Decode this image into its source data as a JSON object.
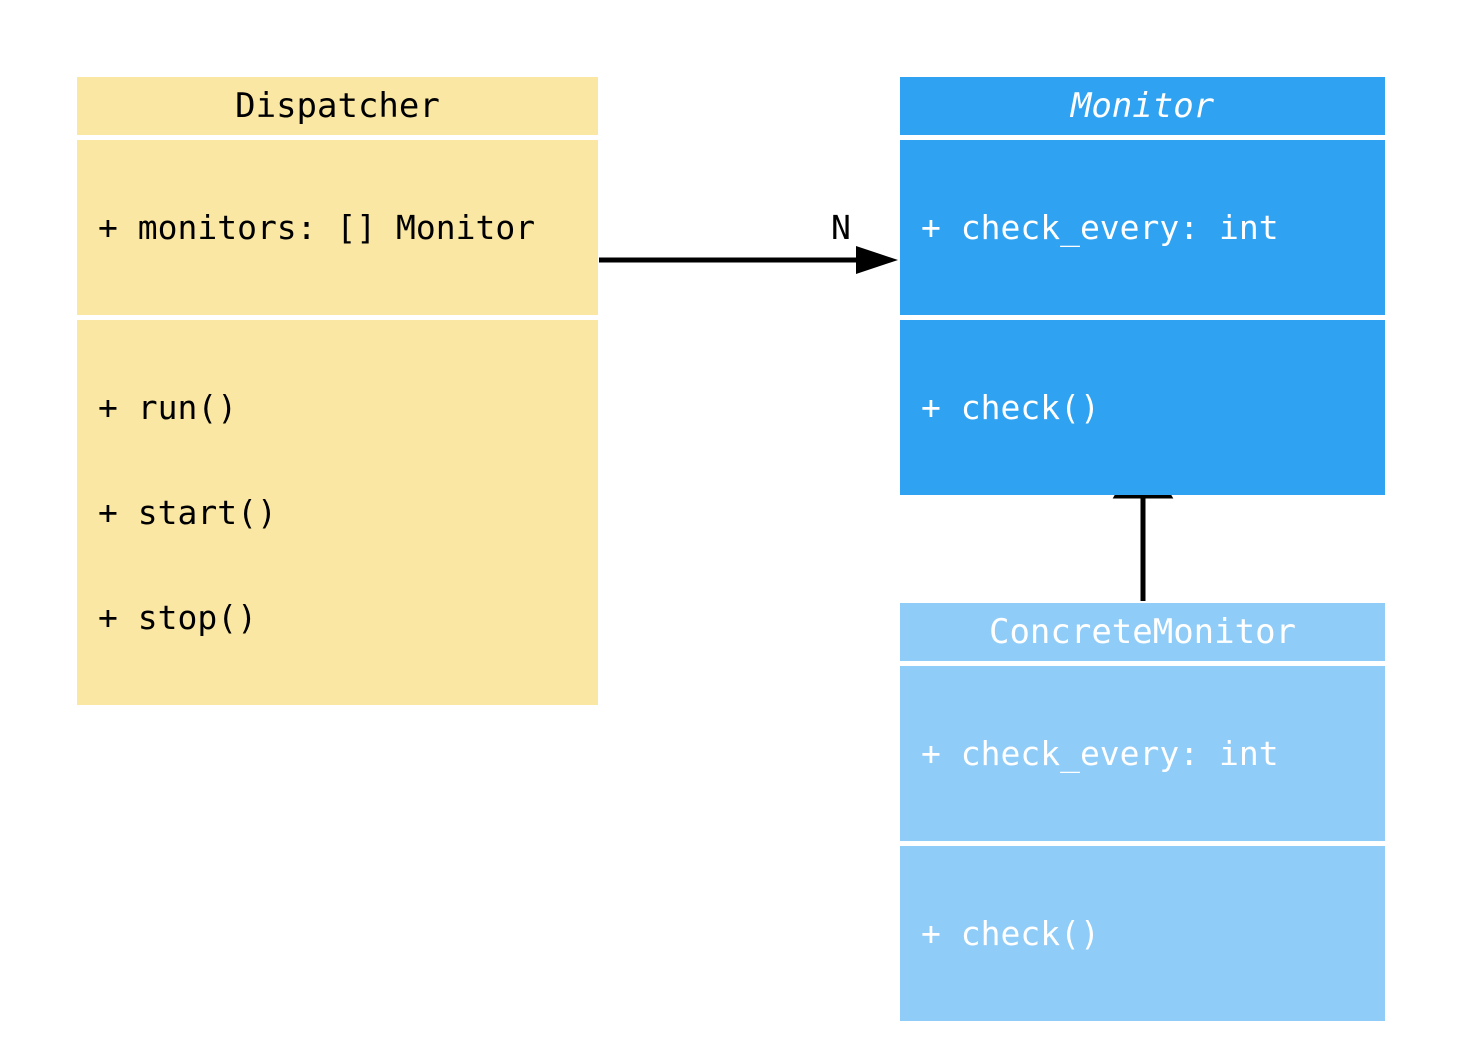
{
  "diagram": {
    "background_color": "#ffffff",
    "edge_color": "#000000",
    "classes": [
      {
        "name": "Dispatcher",
        "abstract": false,
        "fill": "#FAE7A3",
        "text_color": "#000000",
        "attributes": [
          "+ monitors: [] Monitor"
        ],
        "methods": [
          "+ run()",
          "+ start()",
          "+ stop()"
        ]
      },
      {
        "name": "Monitor",
        "abstract": true,
        "fill": "#2FA3F2",
        "text_color": "#ffffff",
        "attributes": [
          "+ check_every: int"
        ],
        "methods": [
          "+ check()"
        ]
      },
      {
        "name": "ConcreteMonitor",
        "abstract": false,
        "fill": "#8FCCF8",
        "text_color": "#ffffff",
        "attributes": [
          "+ check_every: int"
        ],
        "methods": [
          "+ check()"
        ]
      }
    ],
    "edges": [
      {
        "type": "association",
        "from": "Dispatcher",
        "to": "Monitor",
        "label": "N",
        "color": "#000000"
      },
      {
        "type": "generalization",
        "from": "ConcreteMonitor",
        "to": "Monitor",
        "color": "#000000"
      }
    ]
  }
}
